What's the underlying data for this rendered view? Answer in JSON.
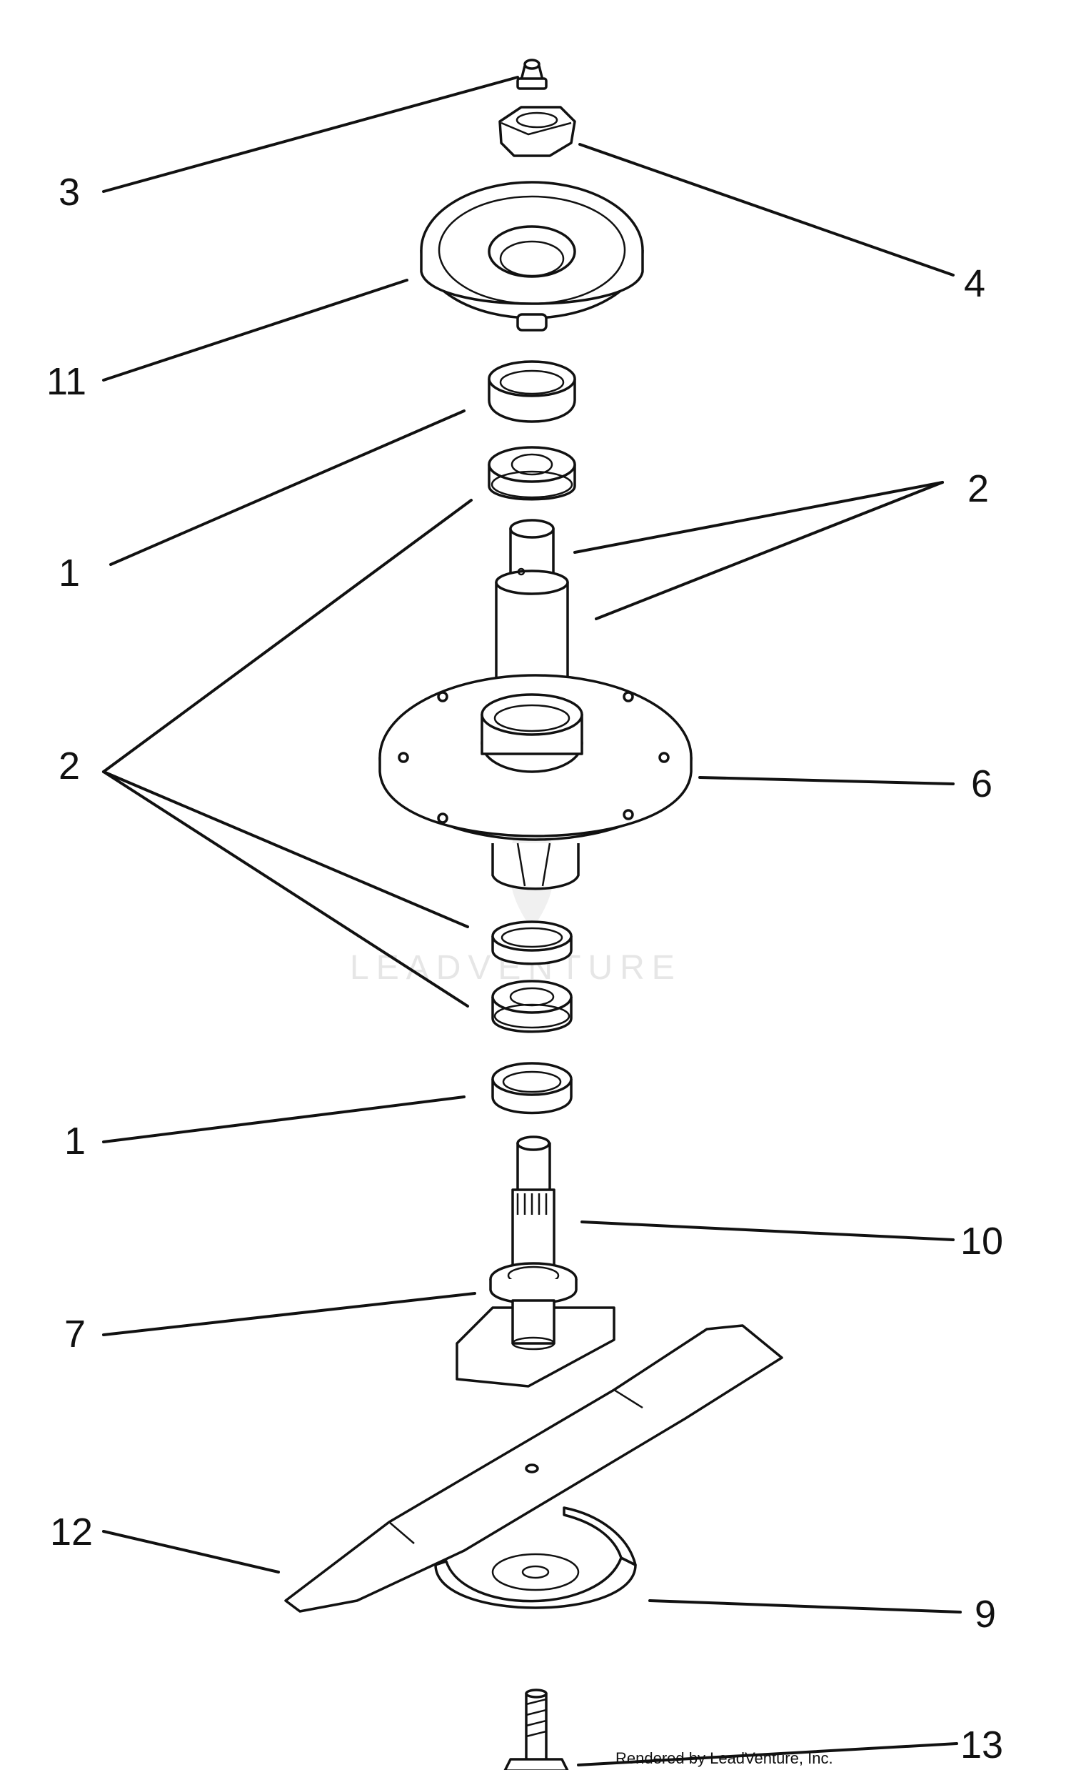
{
  "callouts": [
    {
      "id": "3",
      "text": "3"
    },
    {
      "id": "4",
      "text": "4"
    },
    {
      "id": "11",
      "text": "11"
    },
    {
      "id": "1a",
      "text": "1"
    },
    {
      "id": "2a",
      "text": "2"
    },
    {
      "id": "2b",
      "text": "2"
    },
    {
      "id": "6",
      "text": "6"
    },
    {
      "id": "1b",
      "text": "1"
    },
    {
      "id": "10",
      "text": "10"
    },
    {
      "id": "7",
      "text": "7"
    },
    {
      "id": "12",
      "text": "12"
    },
    {
      "id": "9",
      "text": "9"
    },
    {
      "id": "13",
      "text": "13"
    }
  ],
  "watermark": "LEADVENTURE",
  "credit": "Rendered by LeadVenture, Inc."
}
